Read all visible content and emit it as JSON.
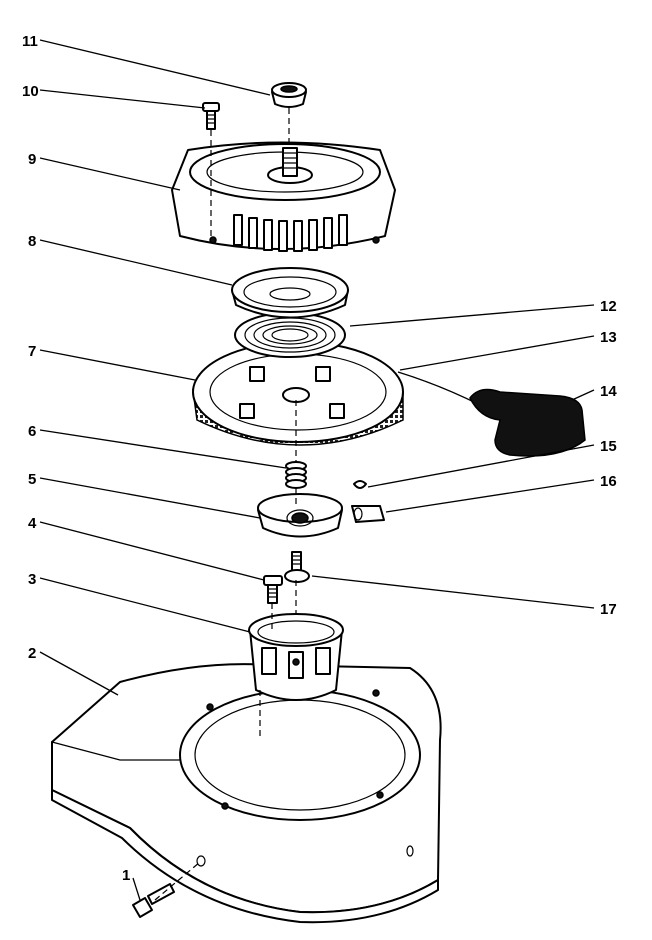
{
  "callouts": [
    {
      "id": "1",
      "text": "1"
    },
    {
      "id": "2",
      "text": "2"
    },
    {
      "id": "3",
      "text": "3"
    },
    {
      "id": "4",
      "text": "4"
    },
    {
      "id": "5",
      "text": "5"
    },
    {
      "id": "6",
      "text": "6"
    },
    {
      "id": "7",
      "text": "7"
    },
    {
      "id": "8",
      "text": "8"
    },
    {
      "id": "9",
      "text": "9"
    },
    {
      "id": "10",
      "text": "10"
    },
    {
      "id": "11",
      "text": "11"
    },
    {
      "id": "12",
      "text": "12"
    },
    {
      "id": "13",
      "text": "13"
    },
    {
      "id": "14",
      "text": "14"
    },
    {
      "id": "15",
      "text": "15"
    },
    {
      "id": "16",
      "text": "16"
    },
    {
      "id": "17",
      "text": "17"
    }
  ]
}
